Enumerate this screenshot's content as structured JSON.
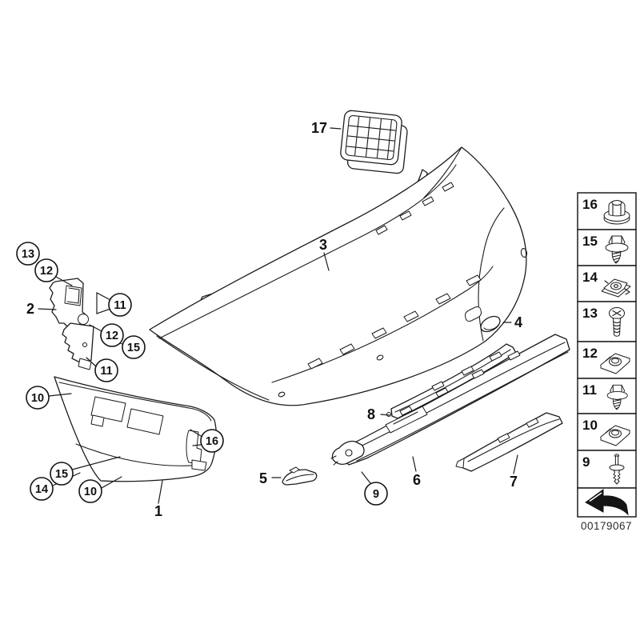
{
  "document": {
    "type": "exploded-parts-diagram",
    "subject": "rear bumper trim assembly",
    "background_color": "#ffffff",
    "line_color": "#1c1c1c",
    "part_code": "00179067"
  },
  "diagram": {
    "part_labels": [
      {
        "ref": "17",
        "target": "vent-grille"
      },
      {
        "ref": "3",
        "target": "upper-trim-strip"
      },
      {
        "ref": "4",
        "target": "cover-oval"
      },
      {
        "ref": "2",
        "target": "side-bracket"
      },
      {
        "ref": "8",
        "target": "upper-rail"
      },
      {
        "ref": "5",
        "target": "small-trim-piece"
      },
      {
        "ref": "6",
        "target": "lower-support-rail"
      },
      {
        "ref": "7",
        "target": "side-rail"
      },
      {
        "ref": "1",
        "target": "bumper-side-section"
      }
    ],
    "fastener_callouts": [
      {
        "ref": "13"
      },
      {
        "ref": "12"
      },
      {
        "ref": "11"
      },
      {
        "ref": "12"
      },
      {
        "ref": "15"
      },
      {
        "ref": "11"
      },
      {
        "ref": "10"
      },
      {
        "ref": "16"
      },
      {
        "ref": "15"
      },
      {
        "ref": "14"
      },
      {
        "ref": "10"
      },
      {
        "ref": "9"
      }
    ]
  },
  "legend": {
    "items": [
      {
        "number": "16",
        "icon": "flange-nut-icon"
      },
      {
        "number": "15",
        "icon": "hex-screw-washer-icon"
      },
      {
        "number": "14",
        "icon": "clip-nut-icon"
      },
      {
        "number": "13",
        "icon": "phillips-screw-icon"
      },
      {
        "number": "12",
        "icon": "speed-nut-clip-icon"
      },
      {
        "number": "11",
        "icon": "hex-screw-washer-icon"
      },
      {
        "number": "10",
        "icon": "speed-nut-clip-icon"
      },
      {
        "number": "9",
        "icon": "expansion-rivet-icon"
      }
    ],
    "arrow_icon": "direction-arrow-icon"
  },
  "footer": {
    "part_number": "00179067"
  }
}
